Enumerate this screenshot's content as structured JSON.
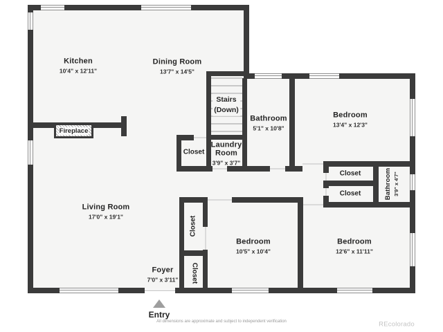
{
  "rooms": {
    "kitchen": {
      "name": "Kitchen",
      "dims": "10'4\" x 12'11\""
    },
    "dining_room": {
      "name": "Dining Room",
      "dims": "13'7\" x 14'5\""
    },
    "stairs": {
      "line1": "Stairs",
      "line2": "(Down)"
    },
    "bathroom_main": {
      "name": "Bathroom",
      "dims": "5'1\" x 10'8\""
    },
    "bedroom_ne": {
      "name": "Bedroom",
      "dims": "13'4\" x 12'3\""
    },
    "laundry_room": {
      "line1": "Laundry",
      "line2": "Room",
      "dims": "3'9\" x 3'7\""
    },
    "bathroom_small": {
      "name": "Bathroom",
      "dims": "3'9\" x 4'7\""
    },
    "living_room": {
      "name": "Living Room",
      "dims": "17'0\" x 19'1\""
    },
    "bedroom_mid": {
      "name": "Bedroom",
      "dims": "10'5\" x 10'4\""
    },
    "bedroom_se": {
      "name": "Bedroom",
      "dims": "12'6\" x 11'11\""
    },
    "foyer": {
      "name": "Foyer",
      "dims": "7'0\" x 3'11\""
    }
  },
  "features": {
    "fireplace": "Fireplace",
    "closet": "Closet",
    "entry": "Entry"
  },
  "footer": {
    "disclaimer": "All dimensions are approximate and subject to independent verification",
    "brand": "REcolorado"
  },
  "colors": {
    "wall": "#3b3b3b",
    "floor": "#f5f5f4",
    "window_line": "#8d8d8d",
    "stair_tread": "#c8c8c8",
    "door_threshold": "#dadada",
    "entry_arrow": "#9e9e9e",
    "brand_gray": "#c4c4c4"
  }
}
